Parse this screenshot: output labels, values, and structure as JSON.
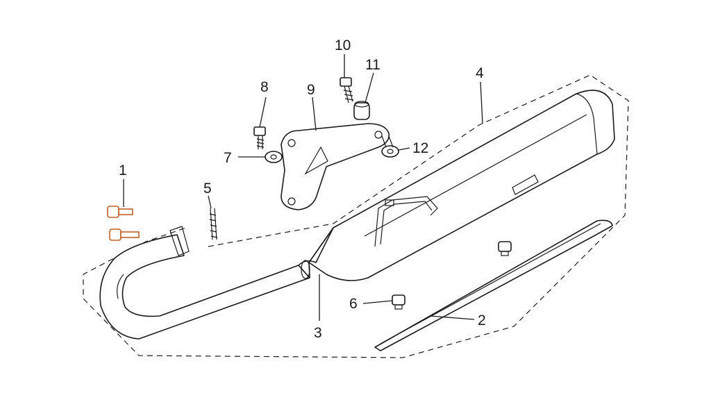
{
  "callouts": [
    {
      "id": "1",
      "label": "1"
    },
    {
      "id": "2",
      "label": "2"
    },
    {
      "id": "3",
      "label": "3"
    },
    {
      "id": "4",
      "label": "4"
    },
    {
      "id": "5",
      "label": "5"
    },
    {
      "id": "6",
      "label": "6"
    },
    {
      "id": "7",
      "label": "7"
    },
    {
      "id": "8",
      "label": "8"
    },
    {
      "id": "9",
      "label": "9"
    },
    {
      "id": "10",
      "label": "10"
    },
    {
      "id": "11",
      "label": "11"
    },
    {
      "id": "12",
      "label": "12"
    }
  ],
  "colors": {
    "ink": "#1a1a1a",
    "bolt_accent": "#c0602a",
    "background": "#ffffff"
  }
}
